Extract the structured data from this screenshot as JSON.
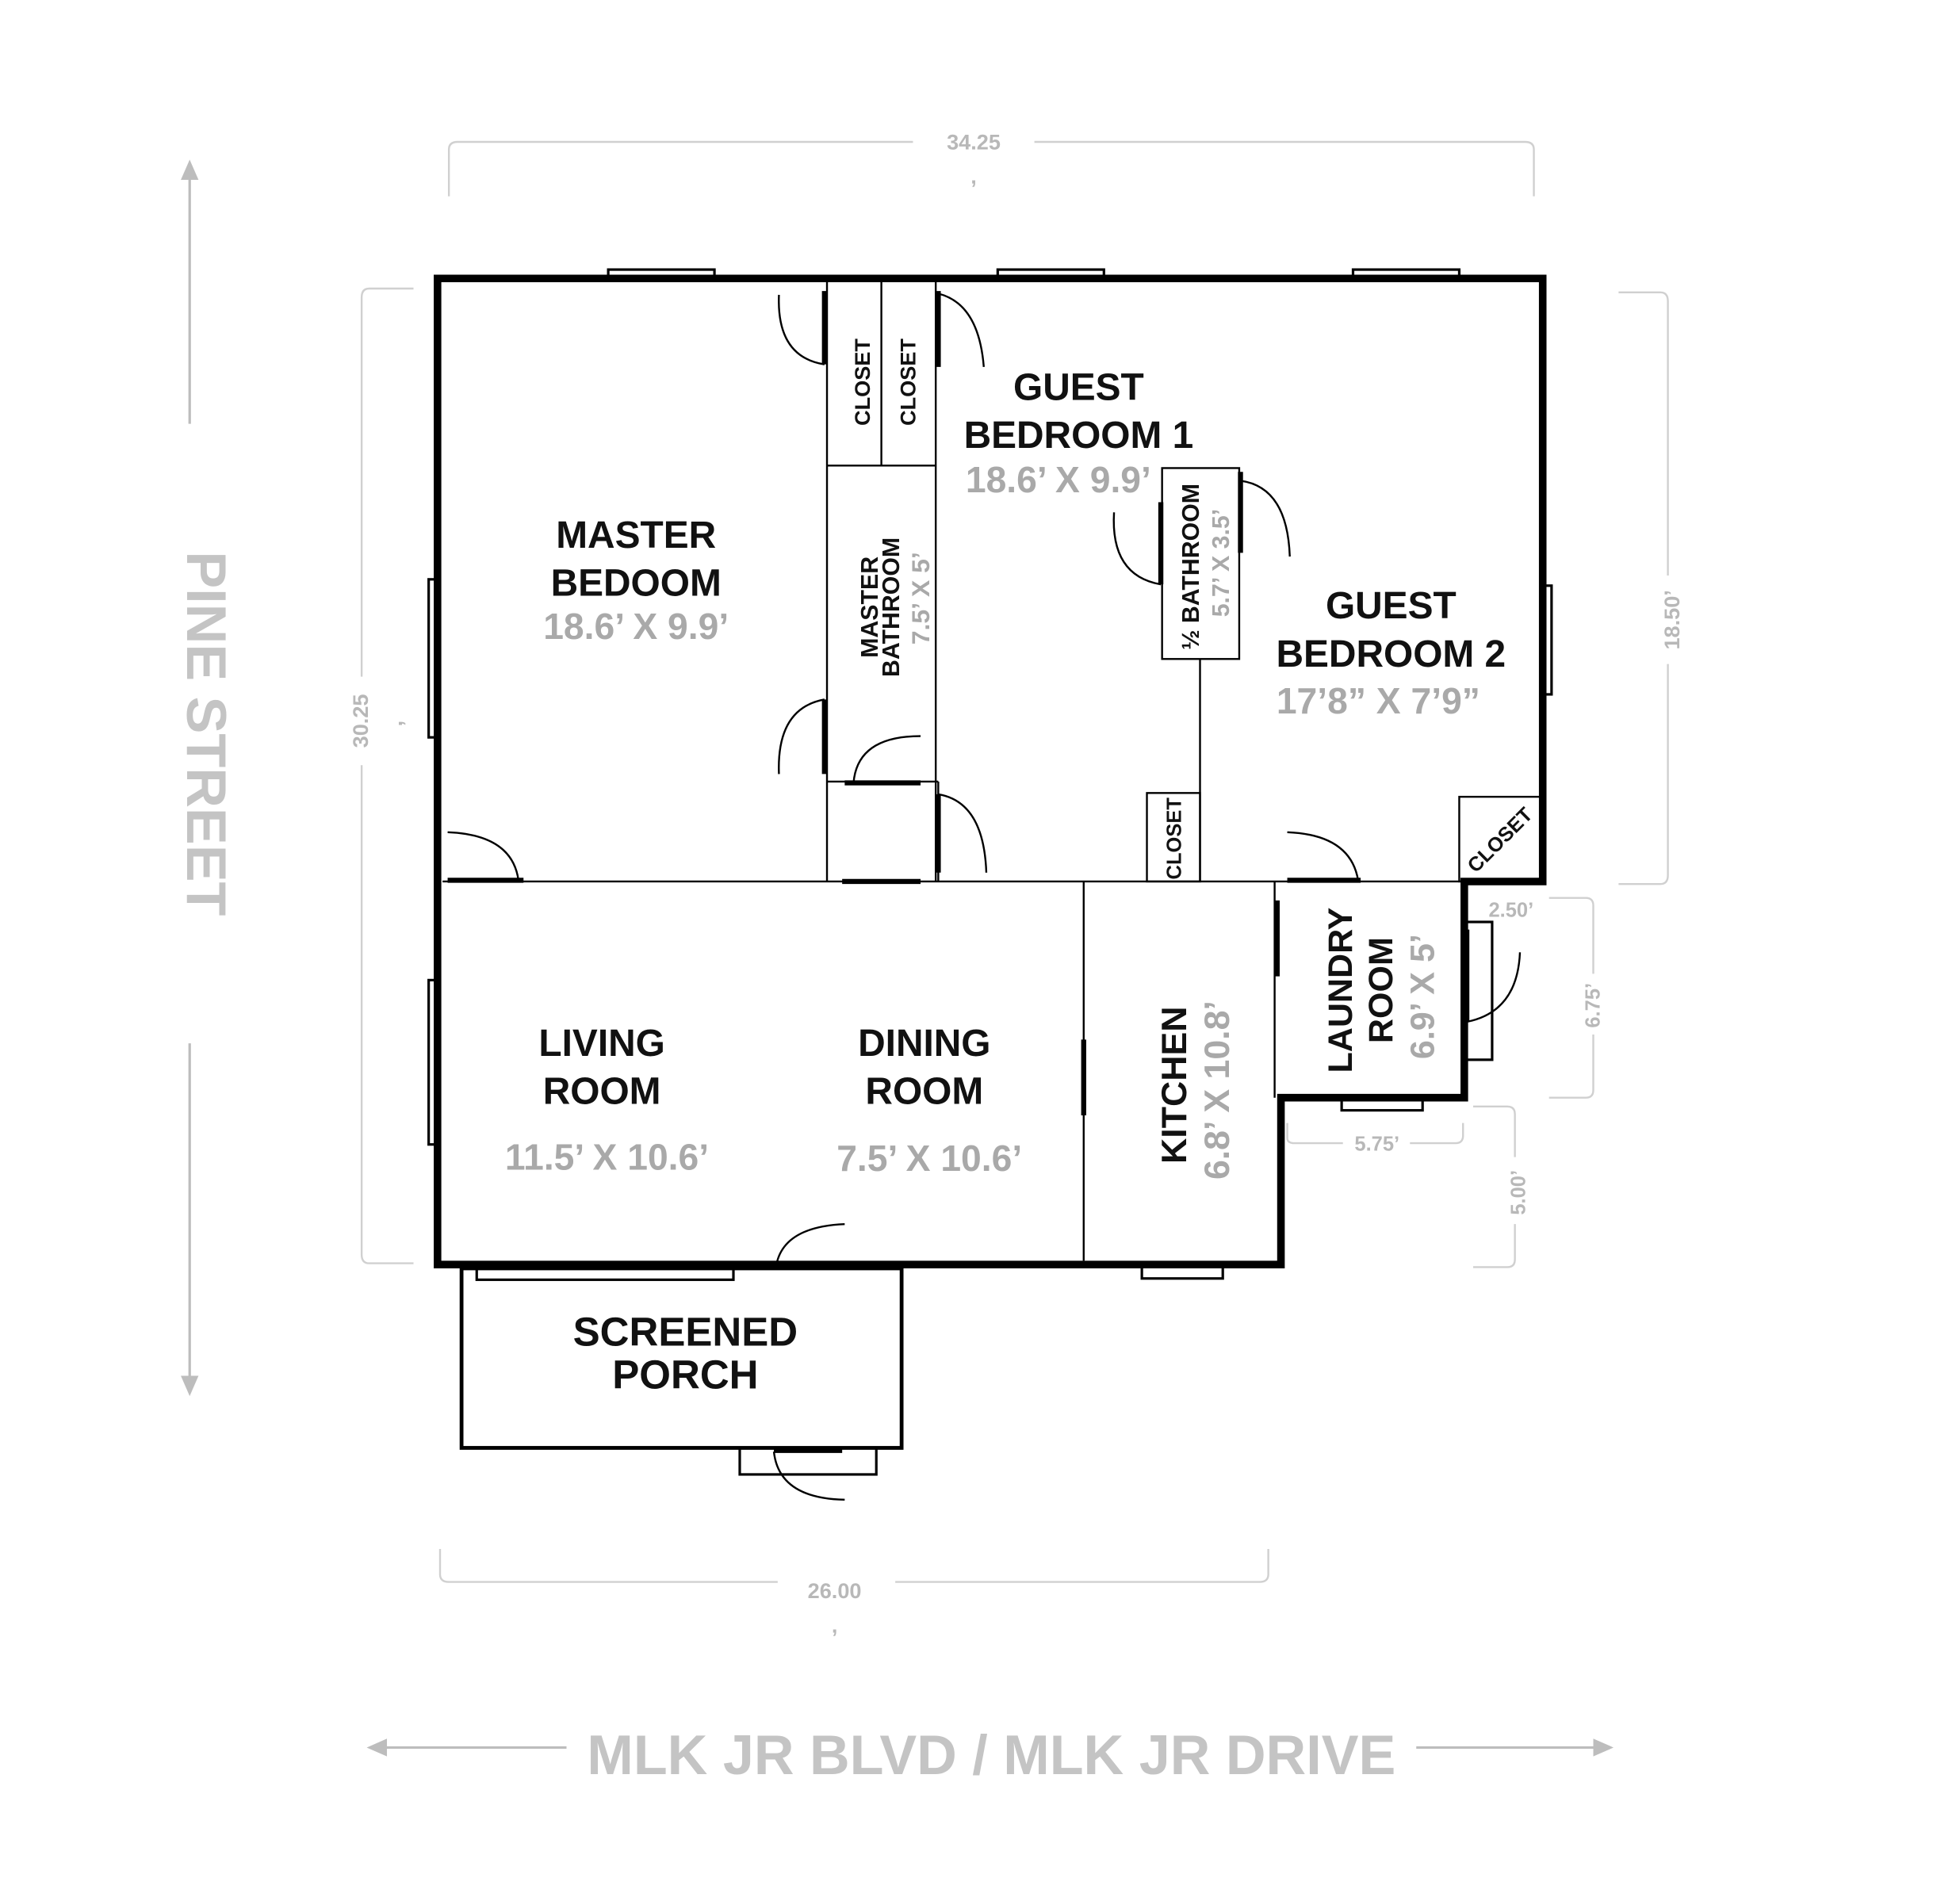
{
  "streets": {
    "side": "PINE STREET",
    "front": "MLK JR BLVD / MLK JR DRIVE"
  },
  "dimensions": {
    "top": "34.25",
    "left": "30.25",
    "right": "18.50’",
    "bottom": "26.00",
    "laundry_offset": "2.50’",
    "laundry_depth": "6.75’",
    "laundry_width": "5.75’",
    "kitchen_offset": "5.00’",
    "tick_mark": ","
  },
  "rooms": {
    "master_bedroom": {
      "name_line1": "MASTER",
      "name_line2": "BEDOOM",
      "size": "18.6’ X 9.9’"
    },
    "guest_bedroom_1": {
      "name_line1": "GUEST",
      "name_line2": "BEDROOM 1",
      "size": "18.6’ X 9.9’"
    },
    "guest_bedroom_2": {
      "name_line1": "GUEST",
      "name_line2": "BEDROOM 2",
      "size": "17’8” X 7’9”"
    },
    "master_bathroom": {
      "name_line1": "MASTER",
      "name_line2": "BATHROOM",
      "size": "7.5’ X 5’"
    },
    "half_bathroom": {
      "name": "½ BATHROOM",
      "size": "5.7’ X 3.5’"
    },
    "closet_1": {
      "name": "CLOSET"
    },
    "closet_2": {
      "name": "CLOSET"
    },
    "closet_3": {
      "name": "CLOSET"
    },
    "closet_4": {
      "name": "CLOSET"
    },
    "living_room": {
      "name_line1": "LIVING",
      "name_line2": "ROOM",
      "size": "11.5’ X 10.6’"
    },
    "dining_room": {
      "name_line1": "DINING",
      "name_line2": "ROOM",
      "size": "7.5’ X 10.6’"
    },
    "kitchen": {
      "name": "KITCHEN",
      "size": "6.8’ X 10.8’"
    },
    "laundry_room": {
      "name_line1": "LAUNDRY",
      "name_line2": "ROOM",
      "size": "6.9’ X 5’"
    },
    "screened_porch": {
      "name_line1": "SCREENED",
      "name_line2": "PORCH"
    }
  }
}
